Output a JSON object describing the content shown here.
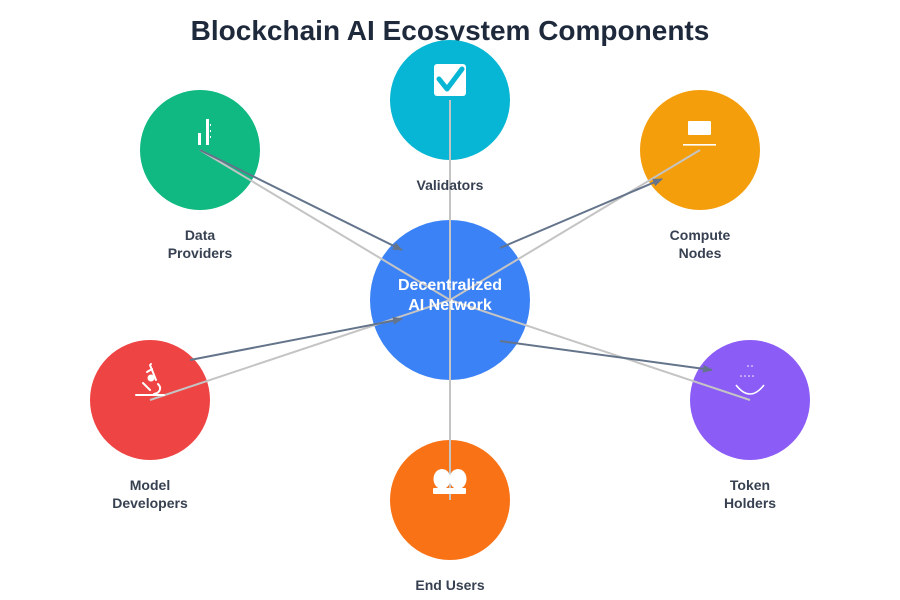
{
  "title": "Blockchain AI Ecosystem Components",
  "hub": {
    "label_line1": "Decentralized",
    "label_line2": "AI Network",
    "color": "#3b82f6"
  },
  "nodes": {
    "validators": {
      "label_line1": "Validators",
      "icon": "checkmark-icon",
      "color": "#06b6d4"
    },
    "data_providers": {
      "label_line1": "Data",
      "label_line2": "Providers",
      "icon": "bar-chart-icon",
      "color": "#10b981"
    },
    "compute_nodes": {
      "label_line1": "Compute",
      "label_line2": "Nodes",
      "icon": "laptop-icon",
      "color": "#f59e0b"
    },
    "model_developers": {
      "label_line1": "Model",
      "label_line2": "Developers",
      "icon": "microscope-icon",
      "color": "#ef4444"
    },
    "token_holders": {
      "label_line1": "Token",
      "label_line2": "Holders",
      "icon": "coin-icon",
      "color": "#8b5cf6"
    },
    "end_users": {
      "label_line1": "End Users",
      "icon": "users-icon",
      "color": "#f97316"
    }
  },
  "colors": {
    "arrow": "#64748b",
    "spoke": "#c4c4c4",
    "title": "#1e293b",
    "label": "#374151"
  }
}
